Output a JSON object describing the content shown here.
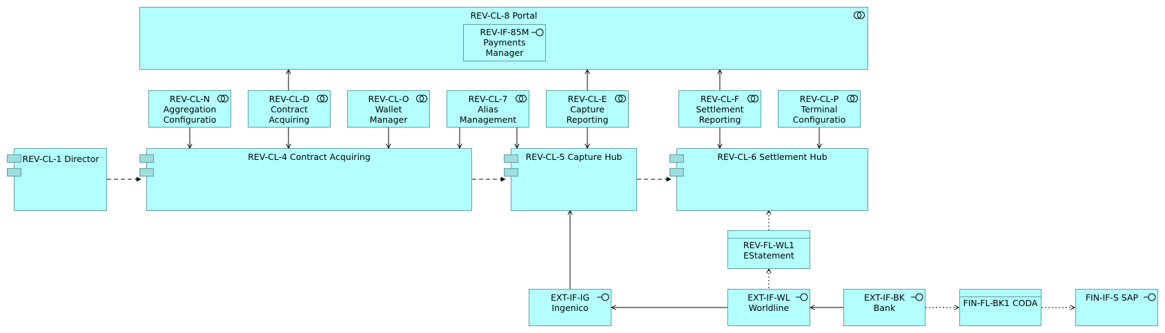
{
  "colors": {
    "fill": "#b3ffff",
    "stroke": "#5c9ea1",
    "port_fill": "#9edede",
    "edge": "#000000"
  },
  "nodes": {
    "portal": {
      "name": "REV-CL-8 Portal",
      "icon": "collaboration-icon"
    },
    "payments_manager": {
      "lines": [
        "REV-IF-85M",
        "Payments",
        "Manager"
      ],
      "icon": "interface-icon"
    },
    "cl_n": {
      "lines": [
        "REV-CL-N",
        "Aggregation",
        "Configuratio"
      ],
      "icon": "collaboration-icon"
    },
    "cl_d": {
      "lines": [
        "REV-CL-D",
        "Contract",
        "Acquiring"
      ],
      "icon": "collaboration-icon"
    },
    "cl_o": {
      "lines": [
        "REV-CL-O",
        "Wallet",
        "Manager"
      ],
      "icon": "collaboration-icon"
    },
    "cl_7": {
      "lines": [
        "REV-CL-7",
        "Alias",
        "Management"
      ],
      "icon": "collaboration-icon"
    },
    "cl_e": {
      "lines": [
        "REV-CL-E",
        "Capture",
        "Reporting"
      ],
      "icon": "collaboration-icon"
    },
    "cl_f": {
      "lines": [
        "REV-CL-F",
        "Settlement",
        "Reporting"
      ],
      "icon": "collaboration-icon"
    },
    "cl_p": {
      "lines": [
        "REV-CL-P",
        "Terminal",
        "Configuratio"
      ],
      "icon": "collaboration-icon"
    },
    "cl_1": {
      "name": "REV-CL-1 Director",
      "icon": "component-icon"
    },
    "cl_4": {
      "name": "REV-CL-4 Contract Acquiring",
      "icon": "component-icon"
    },
    "cl_5": {
      "name": "REV-CL-5 Capture Hub",
      "icon": "component-icon"
    },
    "cl_6": {
      "name": "REV-CL-6 Settlement Hub",
      "icon": "component-icon"
    },
    "fl_wl1": {
      "lines": [
        "REV-FL-WL1",
        "EStatement"
      ],
      "icon": "data-object-icon"
    },
    "ext_ig": {
      "lines": [
        "EXT-IF-IG",
        "Ingenico"
      ],
      "icon": "interface-icon"
    },
    "ext_wl": {
      "lines": [
        "EXT-IF-WL",
        "Worldline"
      ],
      "icon": "interface-icon"
    },
    "ext_bk": {
      "lines": [
        "EXT-IF-BK",
        "Bank"
      ],
      "icon": "interface-icon"
    },
    "fin_coda": {
      "name": "FIN-FL-BK1 CODA",
      "icon": "data-object-icon"
    },
    "fin_sap": {
      "name": "FIN-IF-S SAP",
      "icon": "interface-icon"
    }
  },
  "edges": [
    {
      "from": "REV-CL-D",
      "to": "REV-CL-8 Portal",
      "style": "solid"
    },
    {
      "from": "REV-CL-E",
      "to": "REV-CL-8 Portal",
      "style": "solid"
    },
    {
      "from": "REV-CL-F",
      "to": "REV-CL-8 Portal",
      "style": "solid"
    },
    {
      "from": "REV-CL-N",
      "to": "REV-CL-4",
      "style": "solid"
    },
    {
      "from": "REV-CL-D",
      "to": "REV-CL-4",
      "style": "solid"
    },
    {
      "from": "REV-CL-O",
      "to": "REV-CL-4",
      "style": "solid"
    },
    {
      "from": "REV-CL-7",
      "to": "REV-CL-4",
      "style": "solid"
    },
    {
      "from": "REV-CL-7",
      "to": "REV-CL-5",
      "style": "solid"
    },
    {
      "from": "REV-CL-E",
      "to": "REV-CL-5",
      "style": "solid"
    },
    {
      "from": "REV-CL-F",
      "to": "REV-CL-6",
      "style": "solid"
    },
    {
      "from": "REV-CL-P",
      "to": "REV-CL-6",
      "style": "solid"
    },
    {
      "from": "REV-CL-1",
      "to": "REV-CL-4",
      "style": "dashed"
    },
    {
      "from": "REV-CL-4",
      "to": "REV-CL-5",
      "style": "dashed"
    },
    {
      "from": "REV-CL-5",
      "to": "REV-CL-6",
      "style": "dashed"
    },
    {
      "from": "EXT-IF-IG",
      "to": "REV-CL-5",
      "style": "solid"
    },
    {
      "from": "EXT-IF-WL",
      "to": "EXT-IF-IG",
      "style": "solid"
    },
    {
      "from": "EXT-IF-BK",
      "to": "EXT-IF-WL",
      "style": "solid"
    },
    {
      "from": "EXT-IF-WL",
      "to": "REV-FL-WL1",
      "style": "dotted"
    },
    {
      "from": "REV-FL-WL1",
      "to": "REV-CL-6",
      "style": "dotted"
    },
    {
      "from": "EXT-IF-BK",
      "to": "FIN-FL-BK1 CODA",
      "style": "dotted"
    },
    {
      "from": "FIN-FL-BK1 CODA",
      "to": "FIN-IF-S SAP",
      "style": "dotted"
    }
  ]
}
